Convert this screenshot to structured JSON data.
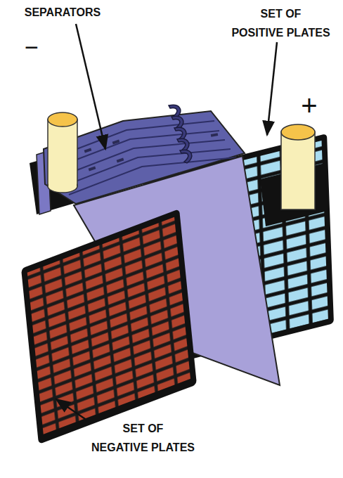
{
  "diagram": {
    "labels": [
      "SEPARATORS",
      "SET OF POSITIVE PLATES",
      "SET OF NEGATIVE PLATES",
      "−",
      "+"
    ]
  }
}
